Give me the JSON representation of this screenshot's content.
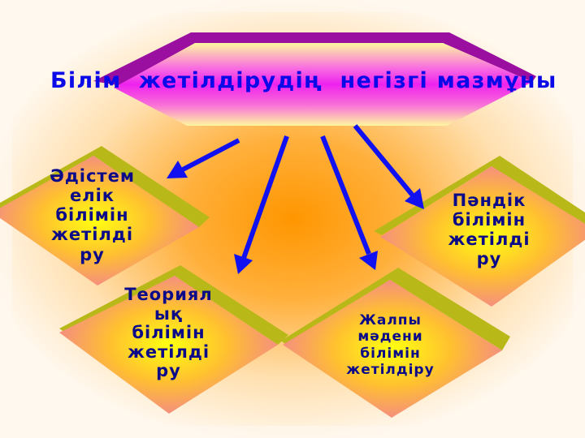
{
  "title": "Білім  жетілдірудің  негізгі мазмұны",
  "boxes": [
    {
      "id": "methodological",
      "label": "Әдістем\nелік\nбілімін\nжетілді\nру"
    },
    {
      "id": "theoretical",
      "label": "Теориял\nық\nбілімін\nжетілді\nру"
    },
    {
      "id": "general-cultural",
      "label": "Жалпы\nмәдени\nбілімін\nжетілдіру"
    },
    {
      "id": "subject",
      "label": "Пәндік\nбілімін\nжетілді\nру"
    }
  ],
  "colors": {
    "title_text": "#0a0ae8",
    "box_text": "#0b0b8a",
    "arrow": "#1010f0",
    "banner_edge": "#9a0ea0",
    "banner_center": "#f030f0",
    "banner_light": "#fff59a",
    "diamond_shadow": "#b8b818",
    "diamond_center": "#ffff10",
    "diamond_edge": "#f07aa0",
    "background_center": "#ff9a00",
    "background_edge": "#fffaf2"
  }
}
